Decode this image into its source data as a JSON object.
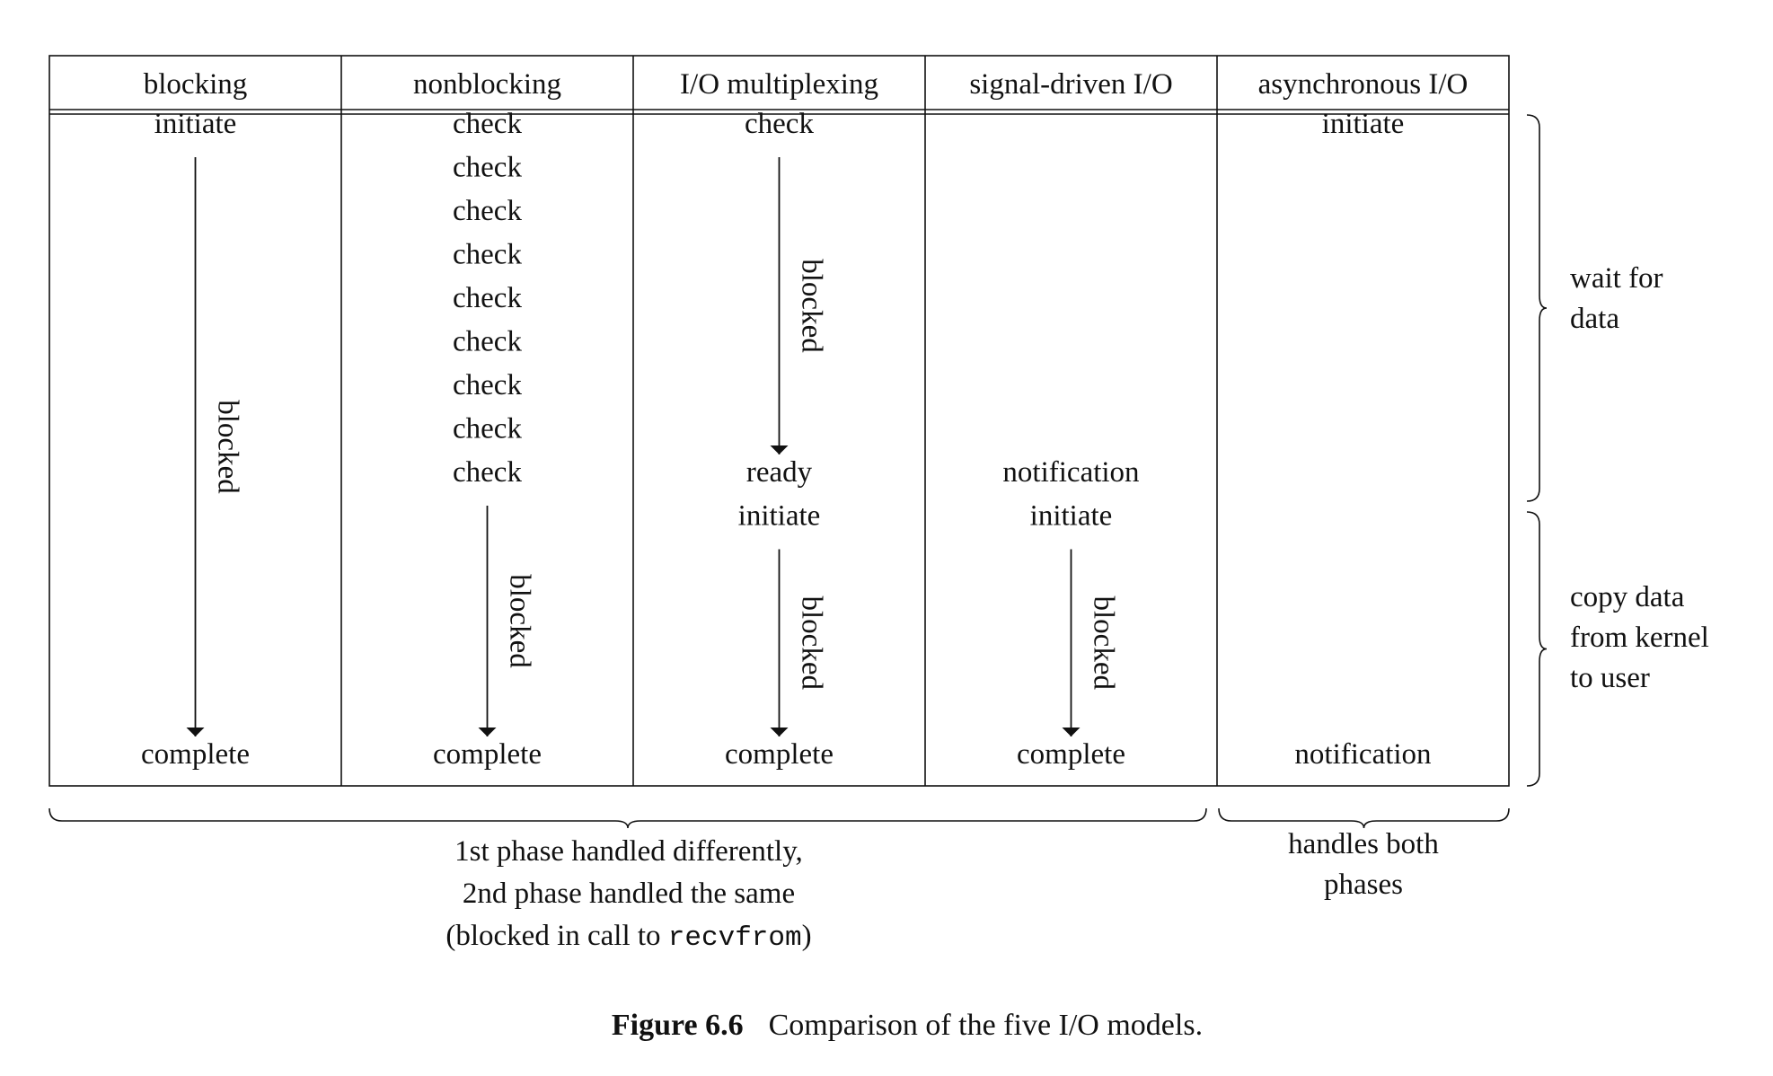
{
  "columns": [
    {
      "header": "blocking",
      "cells": [
        {
          "row": 0,
          "text": "initiate"
        },
        {
          "row": 14,
          "text": "complete"
        }
      ],
      "arrows": [
        {
          "from": 0,
          "to": 14,
          "label": "blocked"
        }
      ]
    },
    {
      "header": "nonblocking",
      "cells": [
        {
          "row": 0,
          "text": "check"
        },
        {
          "row": 1,
          "text": "check"
        },
        {
          "row": 2,
          "text": "check"
        },
        {
          "row": 3,
          "text": "check"
        },
        {
          "row": 4,
          "text": "check"
        },
        {
          "row": 5,
          "text": "check"
        },
        {
          "row": 6,
          "text": "check"
        },
        {
          "row": 7,
          "text": "check"
        },
        {
          "row": 8,
          "text": "check"
        },
        {
          "row": 14,
          "text": "complete"
        }
      ],
      "arrows": [
        {
          "from": 8,
          "to": 14,
          "label": "blocked"
        }
      ]
    },
    {
      "header": "I/O multiplexing",
      "cells": [
        {
          "row": 0,
          "text": "check"
        },
        {
          "row": 8,
          "text": "ready"
        },
        {
          "row": 9,
          "text": "initiate"
        },
        {
          "row": 14,
          "text": "complete"
        }
      ],
      "arrows": [
        {
          "from": 0,
          "to": 8,
          "label": "blocked"
        },
        {
          "from": 9,
          "to": 14,
          "label": "blocked"
        }
      ]
    },
    {
      "header": "signal-driven I/O",
      "cells": [
        {
          "row": 8,
          "text": "notification"
        },
        {
          "row": 9,
          "text": "initiate"
        },
        {
          "row": 14,
          "text": "complete"
        }
      ],
      "arrows": [
        {
          "from": 9,
          "to": 14,
          "label": "blocked"
        }
      ]
    },
    {
      "header": "asynchronous I/O",
      "cells": [
        {
          "row": 0,
          "text": "initiate"
        },
        {
          "row": 14,
          "text": "notification"
        }
      ],
      "arrows": []
    }
  ],
  "phases": [
    {
      "lines": [
        "wait for",
        "data"
      ]
    },
    {
      "lines": [
        "copy data",
        "from kernel",
        "to user"
      ]
    }
  ],
  "bottom_notes": [
    {
      "lines": [
        "1st phase handled differently,",
        "2nd phase handled the same"
      ],
      "last_line_prefix": "(blocked in call to ",
      "last_line_code": "recvfrom",
      "last_line_suffix": ")"
    },
    {
      "lines": [
        "handles both",
        "phases"
      ]
    }
  ],
  "caption": {
    "label": "Figure 6.6",
    "text": "Comparison of the five I/O models."
  }
}
